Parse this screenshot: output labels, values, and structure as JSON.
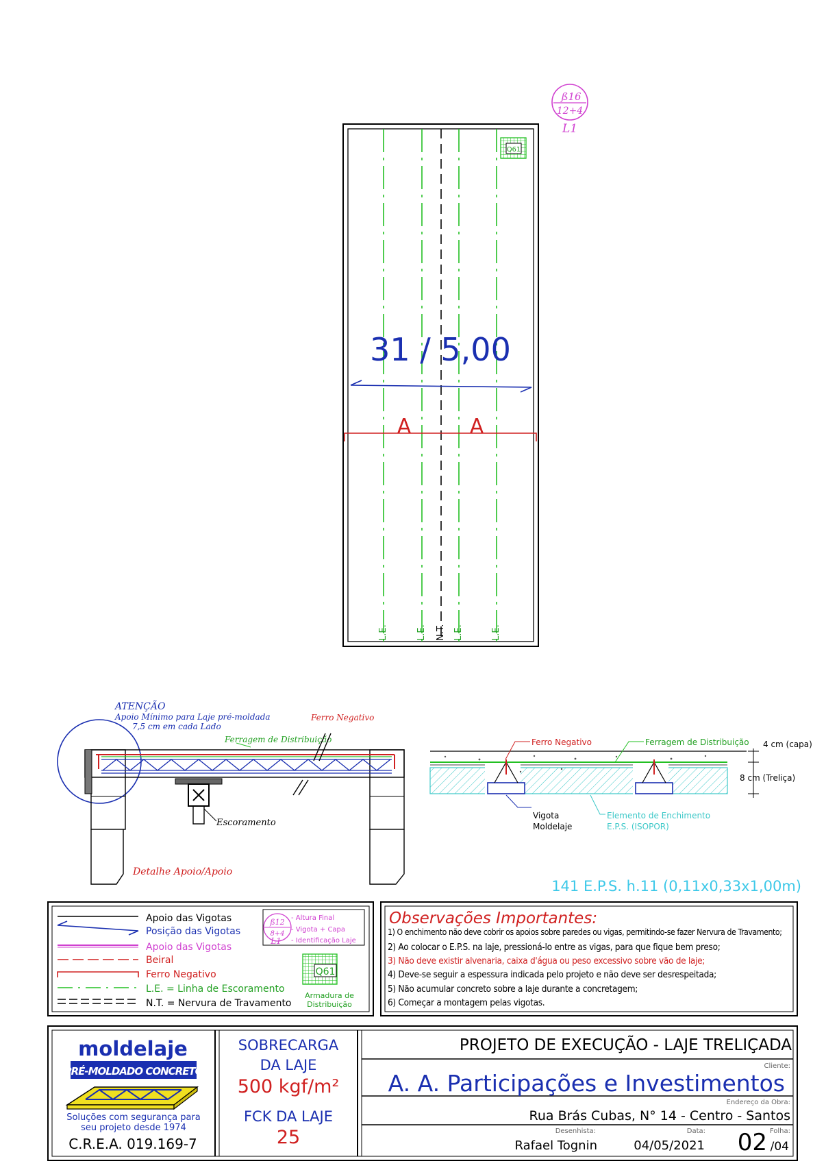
{
  "drawing": {
    "slab_tag": {
      "top": "ß16",
      "bottom": "12+4",
      "id": "L1"
    },
    "mesh_label": "Q61",
    "span_label": "31 / 5,00",
    "section_label": "A",
    "bottom_labels": [
      "L.E.",
      "L.E.",
      "N.T.",
      "L.E.",
      "L.E."
    ]
  },
  "detail_support": {
    "attention_title": "ATENÇÃO",
    "attention_line1": "Apoio Mínimo para Laje pré-moldada",
    "attention_line2": "7,5 cm em cada Lado",
    "ferro_negativo": "Ferro Negativo",
    "ferragem": "Ferragem de Distribuição",
    "escoramento": "Escoramento",
    "caption": "Detalhe Apoio/Apoio"
  },
  "detail_section": {
    "ferro_negativo": "Ferro Negativo",
    "ferragem": "Ferragem de Distribuição",
    "capa": "4 cm (capa)",
    "trelica": "8 cm (Treliça)",
    "vigota_1": "Vigota",
    "vigota_2": "Moldelaje",
    "elemento_1": "Elemento de Enchimento",
    "elemento_2": "E.P.S. (ISOPOR)"
  },
  "eps_summary": "141 E.P.S. h.11 (0,11x0,33x1,00m)",
  "legend": {
    "items": [
      "Apoio das Vigotas",
      "Posição das Vigotas",
      "Apoio das Vigotas",
      "Beiral",
      "Ferro Negativo",
      "L.E. = Linha de Escoramento",
      "N.T. = Nervura de Travamento"
    ],
    "tag_top": "ß12",
    "tag_bottom": "8+4",
    "tag_id": "L1",
    "tag_desc": [
      "- Altura Final",
      "- Vigota + Capa",
      "- Identificação Laje"
    ],
    "mesh_label": "Q61",
    "mesh_desc_1": "Armadura de",
    "mesh_desc_2": "Distribuição"
  },
  "observations": {
    "title": "Observações Importantes:",
    "lines": [
      "1) O enchimento não deve cobrir os apoios sobre paredes ou vigas, permitindo-se fazer Nervura de Travamento;",
      "2) Ao colocar o E.P.S. na laje, pressioná-lo entre as vigas, para que fique bem preso;",
      "3) Não deve existir alvenaria, caixa d'água ou peso excessivo sobre vão de laje;",
      "4) Deve-se seguir a espessura indicada pelo projeto e não deve ser desrespeitada;",
      "5) Não acumular concreto sobre a laje durante a concretagem;",
      "6) Começar a montagem pelas vigotas."
    ]
  },
  "title_block": {
    "brand": "moldelaje",
    "brand_sub": "PRÉ-MOLDADO CONCRETO",
    "slogan_1": "Soluções com segurança para",
    "slogan_2": "seu projeto desde 1974",
    "crea": "C.R.E.A. 019.169-7",
    "sobrecarga_1": "SOBRECARGA",
    "sobrecarga_2": "DA LAJE",
    "sobrecarga_value": "500 kgf/m²",
    "fck_label": "FCK DA LAJE",
    "fck_value": "25",
    "project_title": "PROJETO DE EXECUÇÃO - LAJE TRELIÇADA",
    "cliente_label": "Cliente:",
    "cliente": "A. A. Participações e Investimentos",
    "endereco_label": "Endereço da Obra:",
    "endereco": "Rua Brás Cubas, N° 14 - Centro - Santos",
    "desenhista_label": "Desenhista:",
    "desenhista": "Rafael Tognin",
    "data_label": "Data:",
    "data": "04/05/2021",
    "folha_label": "Folha:",
    "folha": "02",
    "folha_total": "/04"
  }
}
